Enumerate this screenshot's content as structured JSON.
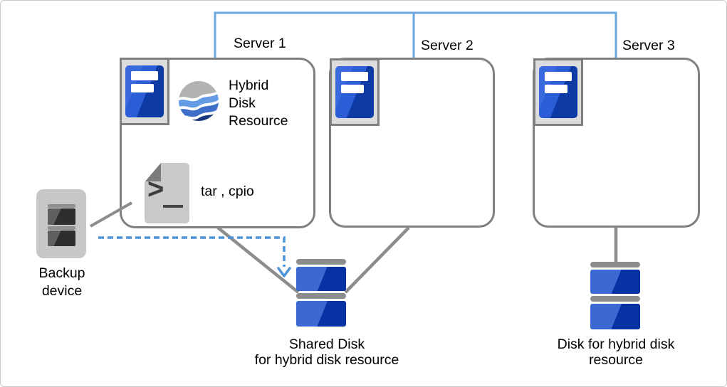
{
  "servers": [
    {
      "label": "Server 1"
    },
    {
      "label": "Server 2"
    },
    {
      "label": "Server 3"
    }
  ],
  "hybrid_resource": {
    "lines": [
      "Hybrid",
      "Disk",
      "Resource"
    ]
  },
  "backup_tools": {
    "label": "tar , cpio",
    "prompt_glyph": ">"
  },
  "backup_device": {
    "lines": [
      "Backup",
      "device"
    ]
  },
  "shared_disk": {
    "lines": [
      "Shared Disk",
      "for hybrid disk resource"
    ]
  },
  "hybrid_disk": {
    "lines": [
      "Disk for hybrid disk",
      "resource"
    ]
  },
  "icons": {
    "server": "server-tower-icon",
    "resource": "hybrid-disk-resource-sphere-icon",
    "tools": "terminal-file-icon",
    "backup": "backup-device-icon",
    "disk": "disk-stack-icon"
  },
  "colors": {
    "topology_blue": "#6AA7DE",
    "arrow_blue": "#4E94D9",
    "line_gray": "#8C8C8C",
    "border_gray": "#808080",
    "server_blue": "#2B5ED6",
    "disk_blue_light": "#3B69D1",
    "disk_blue_dark": "#0832A4"
  }
}
